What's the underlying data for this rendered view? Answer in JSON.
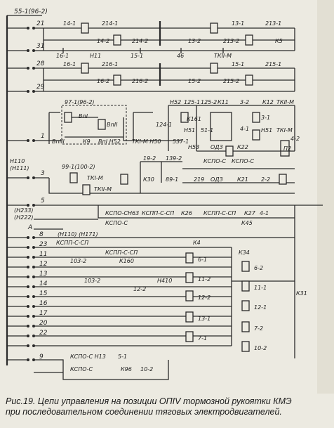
{
  "caption": {
    "line1": "Рис.19. Цепи управления на позиции ОПIV тормозной рукоятки КМЭ",
    "line2": "при последовательном соединении тяговых электродвигателей."
  },
  "labels": {
    "bus_top": "55-1(96-2)",
    "w21": "21",
    "w31": "31",
    "w28": "28",
    "w29": "29",
    "w1": "1",
    "w3": "3",
    "w5": "5",
    "wA": "А",
    "w8": "8",
    "w23": "23",
    "w11": "11",
    "w12": "12",
    "w13": "13",
    "w14": "14",
    "w15": "15",
    "w16": "16",
    "w17": "17",
    "w20": "20",
    "w22": "22",
    "w9": "9",
    "h110": "Н110",
    "h111": "(Н111)",
    "h233": "(Н233)",
    "h222": "(Н222)",
    "h110_111": "(Н110) (Н171)",
    "r1a": "14-1",
    "r1b": "214-1",
    "r1c": "13-1",
    "r1d": "213-1",
    "r2a": "14-2",
    "r2b": "214-2",
    "r2c": "13-2",
    "r2d": "213-2",
    "k5": "К5",
    "r3a": "16-1",
    "r3b": "Н11",
    "r3c": "15-1",
    "r3d": "46",
    "r3e": "ТКII-М",
    "r4a": "16-1",
    "r4b": "216-1",
    "r4c": "15-1",
    "r4d": "215-1",
    "r5a": "16-2",
    "r5b": "216-2",
    "r5c": "15-2",
    "r5d": "215-2",
    "g97": "97-1(96-2)",
    "vpi": "ВпI",
    "vpii": "ВпII",
    "vpiii": "ВпIII",
    "k9": "К9",
    "vpi_h52": "ВпI Н52",
    "tki_m_h50": "ТКI-М Н50",
    "k537": "537-1",
    "h53": "Н53",
    "h52": "Н52",
    "t125_1": "125-1",
    "t125_2": "125-2",
    "k11": "К11",
    "t3_2": "3-2",
    "k12": "К12",
    "tkii_m": "ТКII-М",
    "k161": "К161",
    "t124_1": "124-1",
    "h51": "Н51",
    "t51_1": "51-1",
    "t3_1": "3-1",
    "t4_1": "4-1",
    "h51b": "Н51",
    "tki_m2": "ТКI-М",
    "odz": "ОДЗ",
    "k22": "К22",
    "t4_2": "4-2",
    "p2": "П2",
    "t19_2": "19-2",
    "t139_2": "139-2",
    "kspo_s": "КСПО-С",
    "kspo_s2": "КСПО-С",
    "k30": "К30",
    "t89_1": "89-1",
    "t219": "219",
    "odz2": "ОДЗ",
    "k21": "К21",
    "t2_2": "2-2",
    "g99": "99-1(100-2)",
    "tki_m3": "ТКI-М",
    "tkii_m3": "ТКII-М",
    "kspo_row": "КСПО-С",
    "h63": "Н63",
    "kspp": "КСПП-С-СП",
    "k26": "К26",
    "kspd": "КСПП-С-СП",
    "k27": "К27",
    "t4_1b": "4-1",
    "kspo2": "КСПО-С",
    "k45": "К45",
    "kspp_s_sp": "КСПП-С-СП",
    "kspp_s_sp2": "КСПП-С-СП",
    "k4": "К4",
    "t103_2": "103-2",
    "k160": "К160",
    "k34": "К34",
    "t6_1": "6-1",
    "t6_2": "6-2",
    "t103_2b": "103-2",
    "h410": "Н410",
    "t11_2": "11-2",
    "t12_2": "12-2",
    "t11_1": "11-1",
    "t12_2b": "12-2",
    "t12_1": "12-1",
    "t13_1": "13-1",
    "t7_2": "7-2",
    "t7_1": "7-1",
    "t10_2": "10-2",
    "k31": "К31",
    "kspo_h13": "КСПО-С Н13",
    "t5_1": "5-1",
    "kspo_s3": "КСПО-С",
    "k96": "К96",
    "t10_2b": "10-2"
  }
}
